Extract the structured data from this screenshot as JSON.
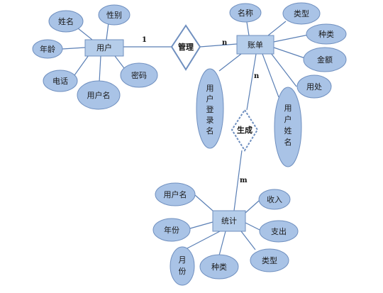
{
  "entities": {
    "user": "用户",
    "bill": "账单",
    "stats": "统计"
  },
  "relations": {
    "manage": "管理",
    "generate": "生成"
  },
  "cardinality": {
    "user_manage": "1",
    "manage_bill": "n",
    "bill_generate": "n",
    "generate_stats": "m"
  },
  "attributes": {
    "user": {
      "name": "姓名",
      "gender": "性别",
      "age": "年龄",
      "phone": "电话",
      "username": "用户名",
      "password": "密码"
    },
    "bill": {
      "bill_name": "名称",
      "type": "类型",
      "category": "种类",
      "amount": "金额",
      "usage": "用处",
      "login_name": [
        "用",
        "户",
        "登",
        "录",
        "名"
      ],
      "user_full_name": [
        "用",
        "户",
        "姓",
        "名"
      ]
    },
    "stats": {
      "username": "用户名",
      "income": "收入",
      "year": "年份",
      "expense": "支出",
      "month": [
        "月",
        "份"
      ],
      "category": "种类",
      "type": "类型"
    }
  }
}
